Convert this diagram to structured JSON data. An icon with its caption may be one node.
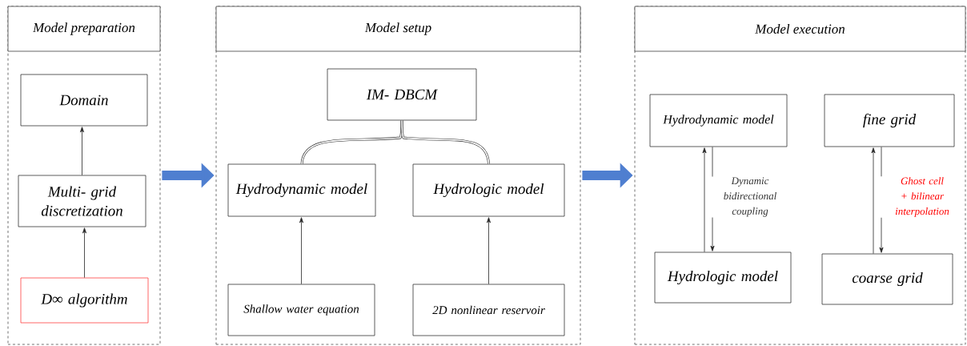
{
  "diagram": {
    "nodes": [
      {
        "text": [
          "Model preparation"
        ]
      },
      {
        "text": [
          "Domain"
        ],
        "in": 0
      },
      {
        "text": [
          "Multi- grid discretization"
        ],
        "in": 0
      },
      {
        "text": [
          "D∞ algorithm"
        ],
        "in": 0
      },
      {
        "text": [
          "Model setup"
        ]
      },
      {
        "text": [
          "IM- DBCM"
        ],
        "in": 4
      },
      {
        "text": [
          "Hydrodynamic model"
        ],
        "in": 4
      },
      {
        "text": [
          "Hydrologic model"
        ],
        "in": 4
      },
      {
        "text": [
          "Shallow water equation"
        ],
        "in": 4
      },
      {
        "text": [
          "2D nonlinear reservoir"
        ],
        "in": 4
      },
      {
        "text": [
          "Model execution"
        ]
      },
      {
        "text": [
          "Hydrodynamic model"
        ],
        "in": 10
      },
      {
        "text": [
          "fine grid"
        ],
        "in": 10
      },
      {
        "text": [
          "Hydrologic model"
        ],
        "in": 10
      },
      {
        "text": [
          "coarse grid"
        ],
        "in": 10
      }
    ],
    "edges": [
      {
        "from": 3,
        "to": 2,
        "arrow": "to"
      },
      {
        "from": 2,
        "to": 1,
        "arrow": "to"
      },
      {
        "from": 0,
        "to": 4,
        "arrow": "to",
        "style": "thick",
        "color": "#4f7fd0"
      },
      {
        "from": 6,
        "to": 5,
        "arrow": "none",
        "style": "thick"
      },
      {
        "from": 7,
        "to": 5,
        "arrow": "none",
        "style": "thick"
      },
      {
        "from": 8,
        "to": 6,
        "arrow": "to"
      },
      {
        "from": 9,
        "to": 7,
        "arrow": "to"
      },
      {
        "from": 4,
        "to": 10,
        "arrow": "to",
        "style": "thick",
        "color": "#4f7fd0"
      },
      {
        "from": 13,
        "to": 11,
        "arrow": "to"
      },
      {
        "from": 11,
        "to": 13,
        "arrow": "to",
        "label": "Dynamic bidirectional coupling"
      },
      {
        "from": 14,
        "to": 12,
        "arrow": "to"
      },
      {
        "from": 12,
        "to": 14,
        "arrow": "to",
        "label": "Ghost cell + bilinear interpolation"
      }
    ]
  }
}
